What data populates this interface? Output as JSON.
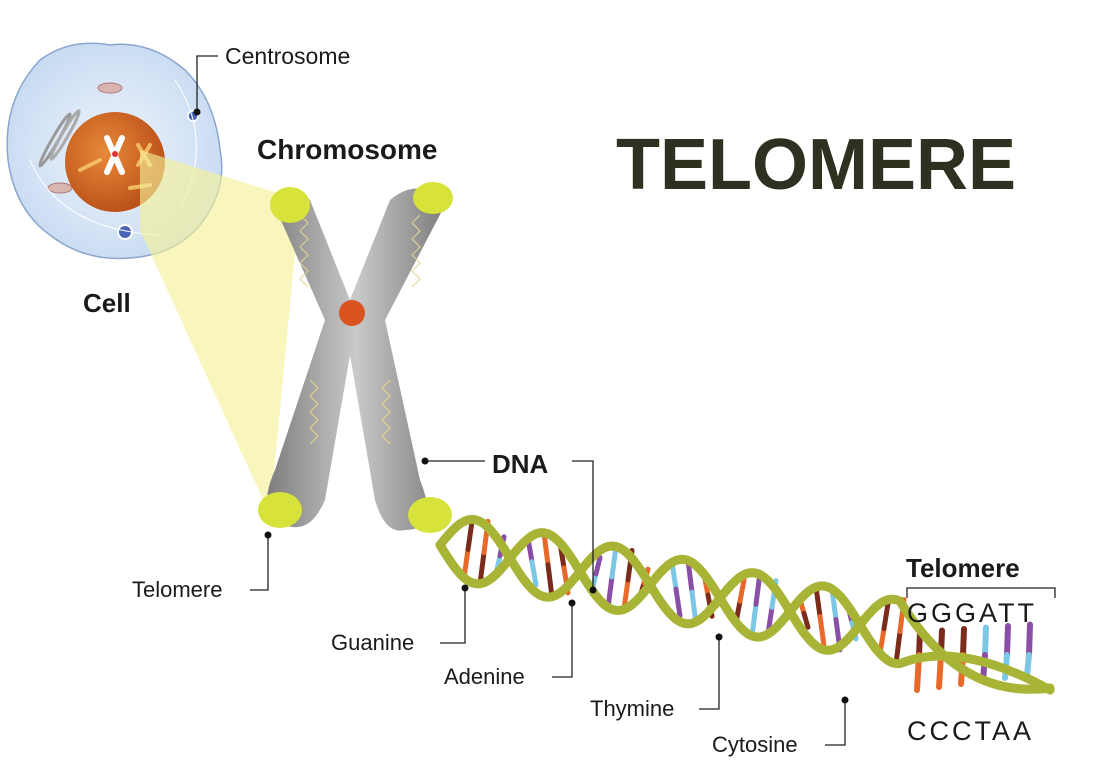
{
  "title": "TELOMERE",
  "labels": {
    "centrosome": "Centrosome",
    "chromosome": "Chromosome",
    "cell": "Cell",
    "dna": "DNA",
    "telomere_left": "Telomere",
    "guanine": "Guanine",
    "adenine": "Adenine",
    "thymine": "Thymine",
    "cytosine": "Cytosine",
    "telomere_right": "Telomere"
  },
  "sequence": {
    "top_strand": "GGGATT",
    "bottom_strand": "CCCTAA"
  },
  "colors": {
    "title": "#2d3220",
    "helix": "#a8b435",
    "guanine": "#e8692a",
    "cytosine": "#7a2b1c",
    "adenine": "#7cc6e6",
    "thymine": "#8a4ea6",
    "telomere_cap": "#d7e23a",
    "chromosome": "#9a9a9a",
    "nucleus": "#d0621f",
    "cell": "#c9dcf3"
  }
}
